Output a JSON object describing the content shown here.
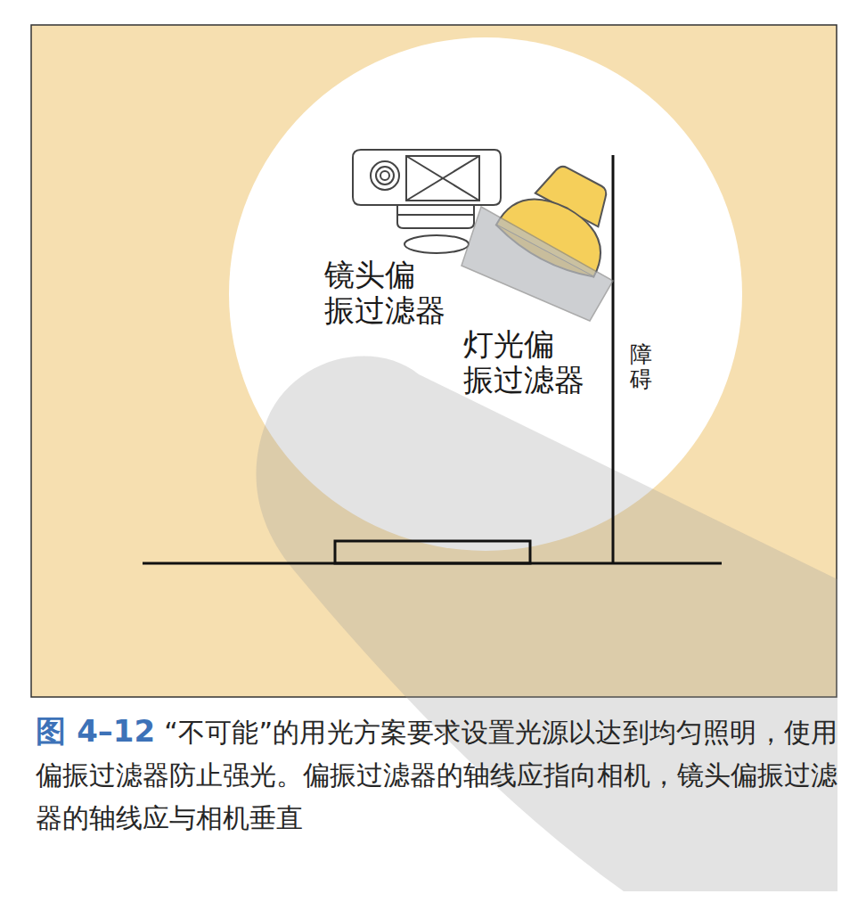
{
  "diagram": {
    "caption": "“不可能”的用光方案要求设置光源以达到均匀照明，使用偏振过滤器防止强光。偏振过滤器的轴线应指向相机，镜头偏振过滤器的轴线应与相机垂直",
    "labels": [
      "镜头偏 振过滤器",
      "灯光偏 振过滤器",
      "障碍",
      "图 4–12"
    ]
  }
}
